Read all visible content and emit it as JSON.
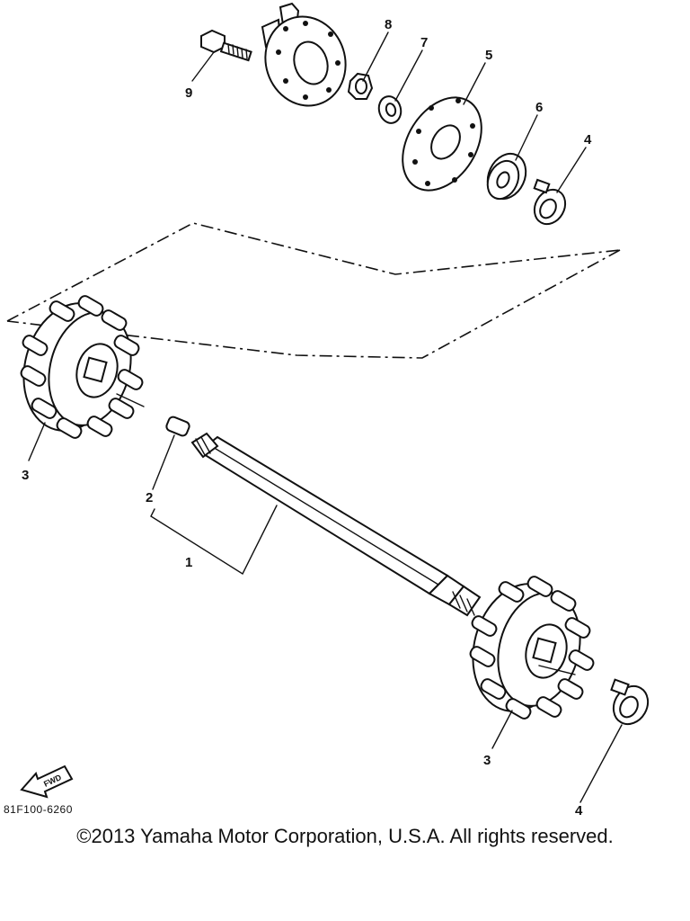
{
  "callouts": {
    "c1": "1",
    "c2": "2",
    "c3_left": "3",
    "c3_right": "3",
    "c4_top": "4",
    "c4_bottom": "4",
    "c5": "5",
    "c6": "6",
    "c7": "7",
    "c8": "8",
    "c9": "9"
  },
  "diagram_code": "81F100-6260",
  "fwd_label": "FWD",
  "copyright": "©2013 Yamaha Motor Corporation, U.S.A. All rights reserved."
}
